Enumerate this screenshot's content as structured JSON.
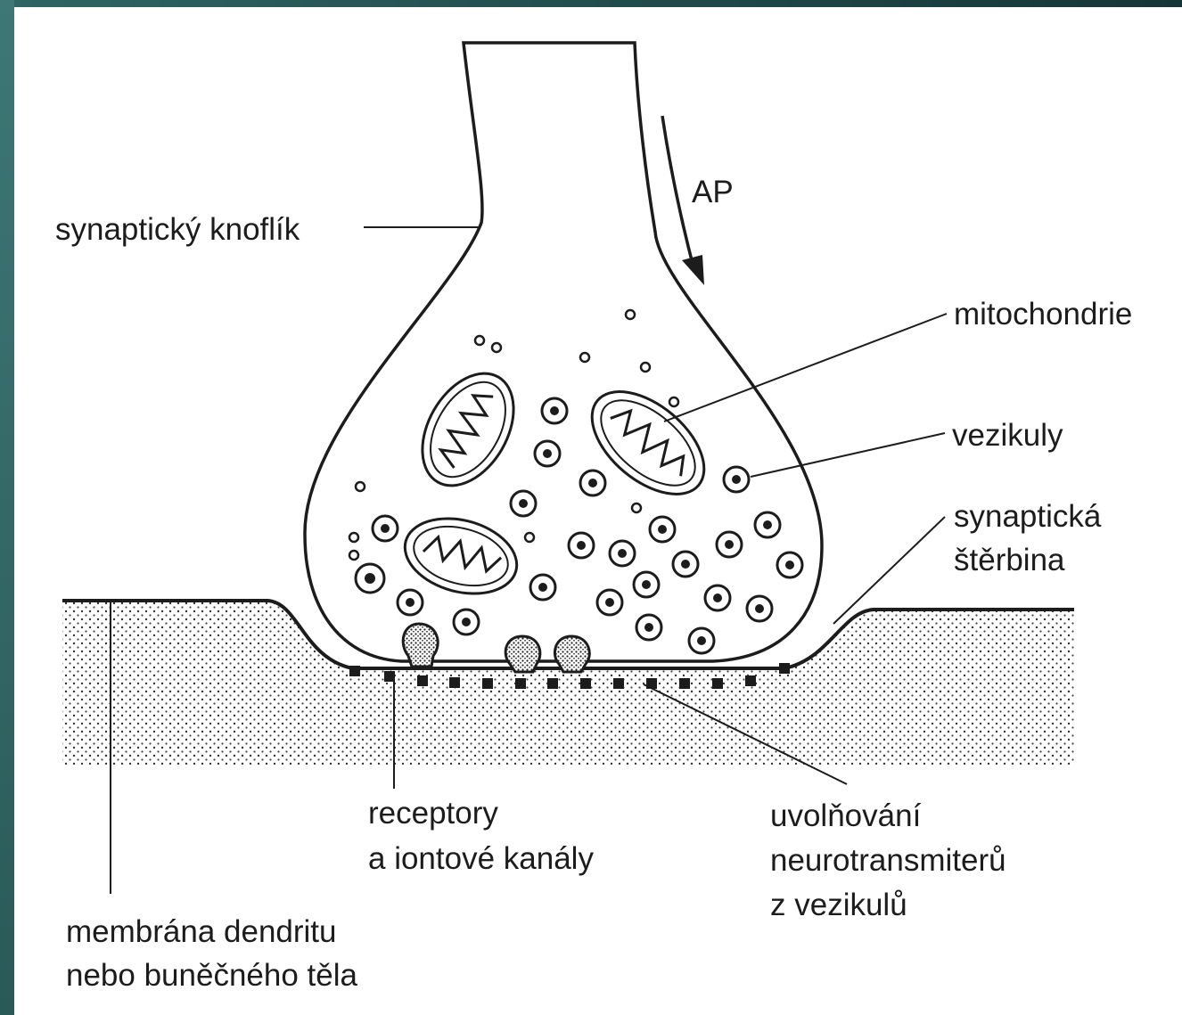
{
  "labels": {
    "ap": "AP",
    "synaptic_knob": "synaptický knoflík",
    "mitochondria": "mitochondrie",
    "vesicles": "vezikuly",
    "synaptic_cleft_line1": "synaptická",
    "synaptic_cleft_line2": "štěrbina",
    "receptors_line1": "receptory",
    "receptors_line2": "a iontové kanály",
    "release_line1": "uvolňování",
    "release_line2": "neurotransmiterů",
    "release_line3": "z vezikulů",
    "membrane_line1": "membrána dendritu",
    "membrane_line2": "nebo buněčného těla"
  },
  "colors": {
    "frame": "#3a6e6c",
    "paper": "#ffffff",
    "ink": "#1c1c1c"
  }
}
